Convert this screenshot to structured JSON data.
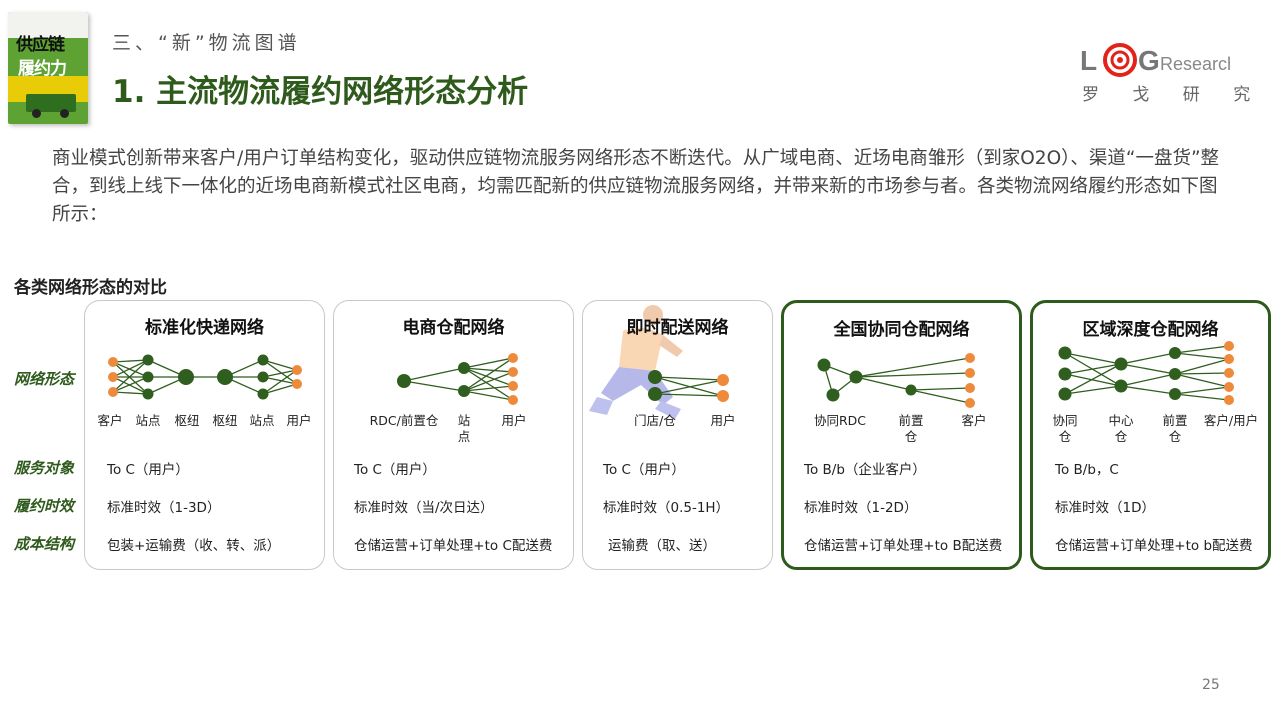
{
  "book": {
    "title_line1": "供应链",
    "title_line2": "履约力"
  },
  "section": "三、“新”物流图谱",
  "title": "1. 主流物流履约网络形态分析",
  "logo": {
    "letters": "L",
    "ring": "O",
    "g": "G",
    "research": "Research",
    "cn": "罗 戈 研 究"
  },
  "intro": "商业模式创新带来客户/用户订单结构变化，驱动供应链物流服务网络形态不断迭代。从广域电商、近场电商雏形（到家O2O）、渠道“一盘货”整合，到线上线下一体化的近场电商新模式社区电商，均需匹配新的供应链物流服务网络，并带来新的市场参与者。各类物流网络履约形态如下图所示：",
  "subheading": "各类网络形态的对比",
  "row_labels": {
    "form": "网络形态",
    "target": "服务对象",
    "time": "履约时效",
    "cost": "成本结构"
  },
  "colors": {
    "green": "#2e5a1c",
    "node_dark": "#2f5e1e",
    "node_orange": "#ed8a3b",
    "card_border": "#c9c9c9"
  },
  "cards": [
    {
      "title": "标准化快递网络",
      "labels": [
        "客户",
        "站点",
        "枢纽",
        "枢纽",
        "站点",
        "用户"
      ],
      "target": "To C（用户）",
      "time": "标准时效（1-3D）",
      "cost": "包装+运输费（收、转、派）"
    },
    {
      "title": "电商仓配网络",
      "labels": [
        "RDC/前置仓",
        "站点",
        "用户"
      ],
      "target": "To C（用户）",
      "time": "标准时效（当/次日达）",
      "cost": "仓储运营+订单处理+to C配送费"
    },
    {
      "title": "即时配送网络",
      "labels": [
        "门店/仓",
        "用户"
      ],
      "target": "To C（用户）",
      "time": "标准时效（0.5-1H）",
      "cost": "运输费（取、送）"
    },
    {
      "title": "全国协同仓配网络",
      "labels": [
        "协同RDC",
        "前置仓",
        "客户"
      ],
      "target": "To B/b（企业客户）",
      "time": "标准时效（1-2D）",
      "cost": "仓储运营+订单处理+to B配送费"
    },
    {
      "title": "区域深度仓配网络",
      "labels": [
        "协同仓",
        "中心仓",
        "前置仓",
        "客户/用户"
      ],
      "target": "To B/b，C",
      "time": "标准时效（1D）",
      "cost": "仓储运营+订单处理+to b配送费"
    }
  ],
  "page_number": "25"
}
